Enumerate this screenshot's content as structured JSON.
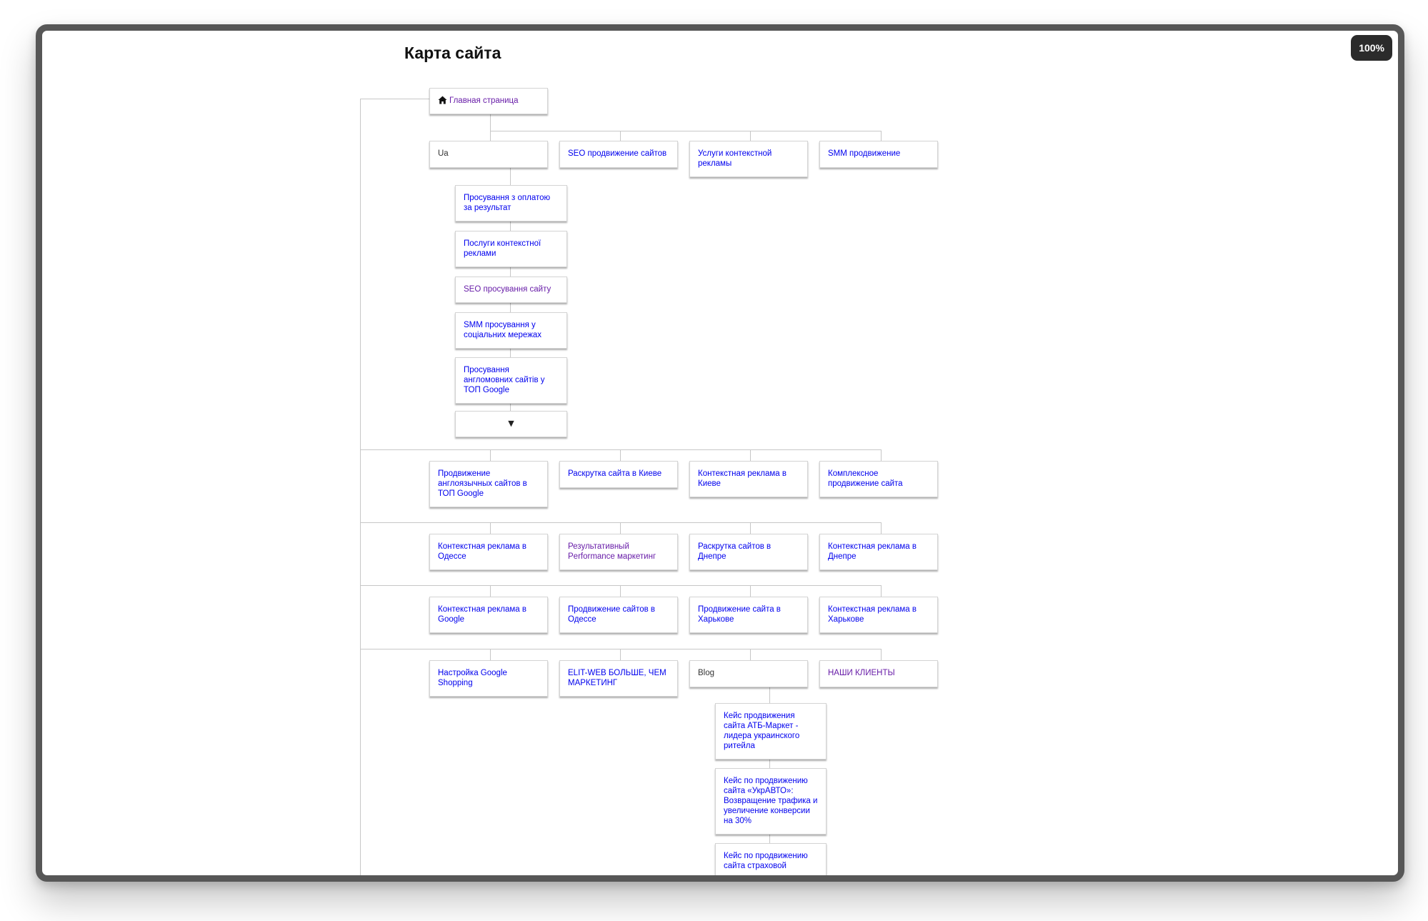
{
  "page": {
    "title": "Карта сайта",
    "zoom": "100%"
  },
  "home": {
    "label": "Главная страница",
    "icon": "home-icon"
  },
  "row1": [
    {
      "label": "Ua"
    },
    {
      "label": "SEO продвижение сайтов"
    },
    {
      "label": "Услуги контекстной рекламы"
    },
    {
      "label": "SMM продвижение"
    }
  ],
  "ua_children": [
    {
      "label": "Просування з оплатою за результат"
    },
    {
      "label": "Послуги контекстної реклами"
    },
    {
      "label": "SEO просування сайту"
    },
    {
      "label": "SMM просування у соціальних мережах"
    },
    {
      "label": "Просування англомовних сайтів у ТОП Google"
    }
  ],
  "expand": {
    "label": "▼"
  },
  "row2": [
    {
      "label": "Продвижение англоязычных сайтов в ТОП Google"
    },
    {
      "label": "Раскрутка сайта в Киеве"
    },
    {
      "label": "Контекстная реклама в Киеве"
    },
    {
      "label": "Комплексное продвижение сайта"
    }
  ],
  "row3": [
    {
      "label": "Контекстная реклама в Одессе"
    },
    {
      "label": "Результативный Performance маркетинг"
    },
    {
      "label": "Раскрутка сайтов в Днепре"
    },
    {
      "label": "Контекстная реклама в Днепре"
    }
  ],
  "row4": [
    {
      "label": "Контекстная реклама в Google"
    },
    {
      "label": "Продвижение сайтов в Одессе"
    },
    {
      "label": "Продвижение сайта в Харькове"
    },
    {
      "label": "Контекстная реклама в Харькове"
    }
  ],
  "row5": [
    {
      "label": "Настройка Google Shopping"
    },
    {
      "label": "ELIT-WEB БОЛЬШЕ, ЧЕМ МАРКЕТИНГ"
    },
    {
      "label": "Blog"
    },
    {
      "label": "НАШИ КЛИЕНТЫ"
    }
  ],
  "blog_children": [
    {
      "label": "Кейс продвижения сайта АТБ-Маркет - лидера украинского ритейла"
    },
    {
      "label": "Кейс по продвижению сайта «УкрАВТО»: Возвращение трафика и увеличение конверсии на 30%"
    },
    {
      "label": "Кейс по продвижению сайта страховой"
    }
  ],
  "colors": {
    "link": "#0000ee",
    "visited": "#681da8",
    "plain": "#333333",
    "connector": "#c7c7c7",
    "frame": "#575757"
  }
}
